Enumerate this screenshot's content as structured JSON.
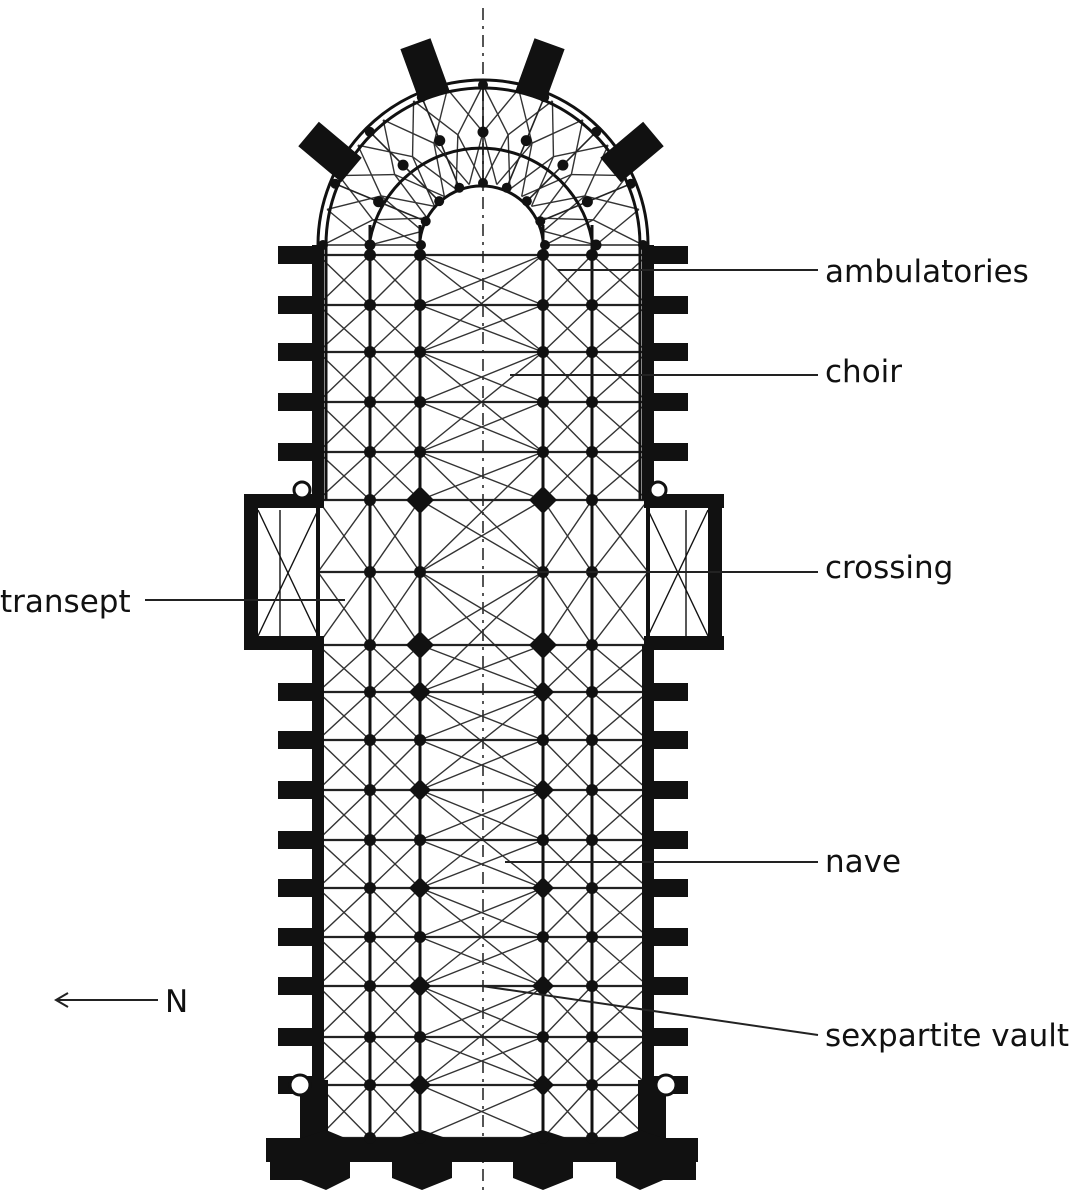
{
  "labels": {
    "ambulatories": "ambulatories",
    "choir": "choir",
    "crossing": "crossing",
    "transept": "transept",
    "nave": "nave",
    "sexpartite_vault": "sexpartite vault",
    "north": "N"
  },
  "colors": {
    "ink": "#111111",
    "paper": "#ffffff"
  }
}
